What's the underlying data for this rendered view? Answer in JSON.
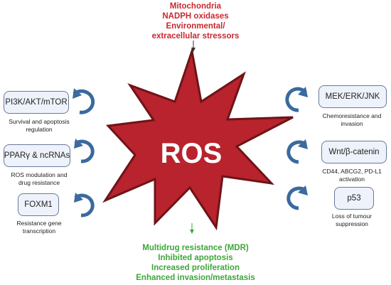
{
  "top_sources": {
    "line1": "Mitochondria",
    "line2": "NADPH oxidases",
    "line3": "Environmental/",
    "line4": "extracellular stressors"
  },
  "center_label": "ROS",
  "outcomes": {
    "line1": "Multidrug resistance (MDR)",
    "line2": "Inhibited apoptosis",
    "line3": "Increased proliferation",
    "line4": "Enhanced invasion/metastasis"
  },
  "left_nodes": [
    {
      "label": "PI3K/AKT/mTOR",
      "caption_line1": "Survival and apoptosis",
      "caption_line2": "regulation"
    },
    {
      "label": "PPARγ & ncRNAs",
      "caption_line1": "ROS modulation and",
      "caption_line2": "drug resistance"
    },
    {
      "label": "FOXM1",
      "caption_line1": "Resistance gene",
      "caption_line2": "transcription"
    }
  ],
  "right_nodes": [
    {
      "label": "MEK/ERK/JNK",
      "caption_line1": "Chemoresistance and",
      "caption_line2": "invasion"
    },
    {
      "label": "Wnt/β-catenin",
      "caption_line1": "CD44, ABCG2, PD-L1",
      "caption_line2": "activation"
    },
    {
      "label": "p53",
      "caption_line1": "Loss of tumour",
      "caption_line2": "suppression"
    }
  ],
  "colors": {
    "star_fill": "#b8232d",
    "star_stroke": "#6e1418",
    "top_text": "#c8282f",
    "bottom_text": "#3ea63a",
    "cycle_arrow": "#3a6a9e",
    "box_fill": "#eef3fb",
    "box_border": "#6a7a99"
  },
  "icons": {
    "cycle": "circular-arrow-icon",
    "down_arrow": "down-arrow-icon"
  }
}
